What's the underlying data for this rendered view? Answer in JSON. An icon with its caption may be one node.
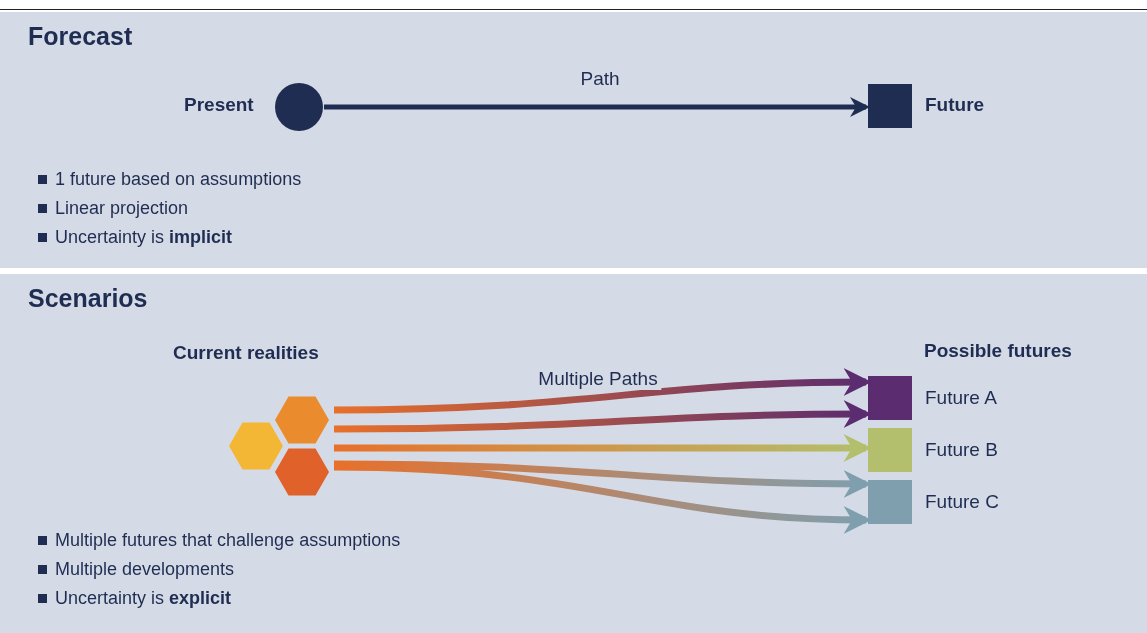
{
  "diagram": {
    "nodes": [
      {
        "text": [
          "Forecast",
          "1 future based on assumptions",
          "Linear projection",
          "Uncertainty is **implicit**"
        ]
      },
      {
        "text": [
          "Present"
        ],
        "in": 0
      },
      {
        "text": [
          "Future"
        ],
        "in": 0
      },
      {
        "text": [
          "Scenarios",
          "Multiple futures that challenge assumptions",
          "Multiple developments",
          "Uncertainty is **explicit**"
        ]
      },
      {
        "text": [
          "Current realities"
        ],
        "in": 3
      },
      {
        "text": [
          "Possible futures"
        ],
        "in": 3
      },
      {
        "text": [
          "Future A"
        ],
        "in": 5
      },
      {
        "text": [
          "Future B"
        ],
        "in": 5
      },
      {
        "text": [
          "Future C"
        ],
        "in": 5
      }
    ],
    "edges": [
      {
        "from": 1,
        "to": 2,
        "arrow": "to",
        "label": "Path"
      },
      {
        "from": 4,
        "to": 6,
        "arrow": "to",
        "label": "Multiple Paths",
        "color": "#5b2c6f"
      },
      {
        "from": 4,
        "to": 6,
        "arrow": "to",
        "color": "#5b2c6f"
      },
      {
        "from": 4,
        "to": 7,
        "arrow": "to",
        "color": "#b3bf6c"
      },
      {
        "from": 4,
        "to": 8,
        "arrow": "to",
        "color": "#7f9fae"
      },
      {
        "from": 4,
        "to": 8,
        "arrow": "to",
        "color": "#7f9fae"
      }
    ]
  }
}
